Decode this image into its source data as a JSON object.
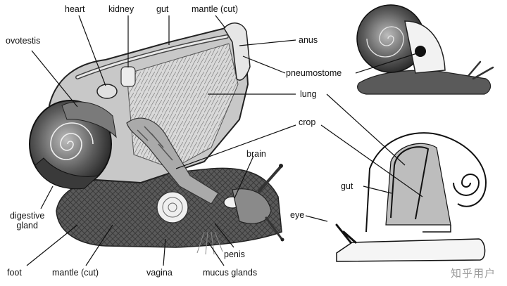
{
  "labels": {
    "heart": "heart",
    "kidney": "kidney",
    "gut_top": "gut",
    "mantle_cut_top": "mantle (cut)",
    "ovotestis": "ovotestis",
    "anus": "anus",
    "pneumostome": "pneumostome",
    "lung": "lung",
    "crop": "crop",
    "brain": "brain",
    "gut_right": "gut",
    "eye": "eye",
    "digestive_gland": "digestive\ngland",
    "foot": "foot",
    "mantle_cut_bottom": "mantle (cut)",
    "vagina": "vagina",
    "mucus_glands": "mucus glands",
    "penis": "penis"
  },
  "watermark": "知乎用户",
  "colors": {
    "ink": "#111111",
    "shell_dark": "#3a3a3a",
    "tissue": "#9c9c9c",
    "lung_bg": "#d6d6d6",
    "schematic_fill": "#bdbdbd"
  }
}
